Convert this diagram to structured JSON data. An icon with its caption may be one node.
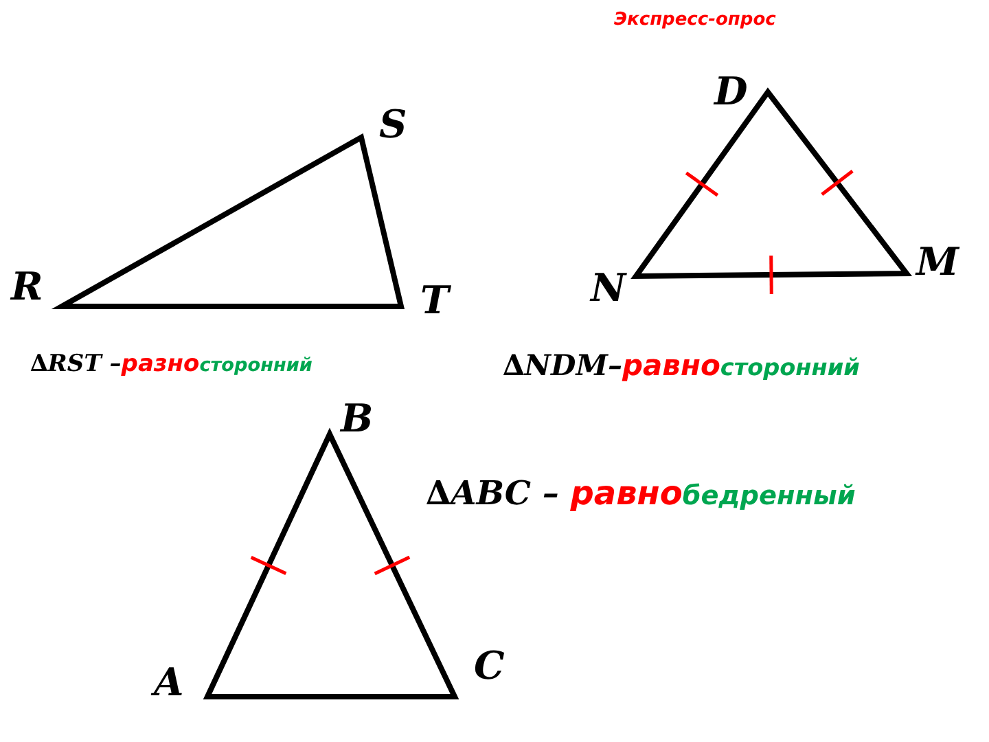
{
  "diagram": {
    "title": "Экспресс-опрос",
    "labels": [
      "D",
      "S",
      "R",
      "T",
      "N",
      "M",
      "∆RST –**разно**сторонний",
      "∆NDM–**равно**сторонний",
      "B",
      "∆ABC – **равно**бедренный",
      "A",
      "C"
    ]
  }
}
